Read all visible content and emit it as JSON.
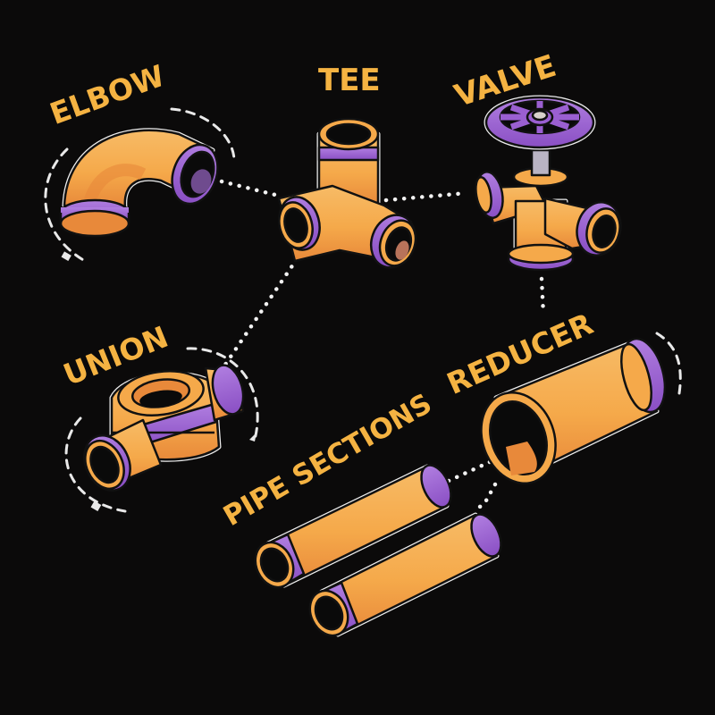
{
  "diagram": {
    "title": "",
    "background": "#0b0a0a",
    "colors": {
      "pipe_orange": "#f5a94a",
      "pipe_orange_shade": "#e8893a",
      "pipe_orange_light": "#f7bb66",
      "ring_purple": "#9a5fd1",
      "ring_purple_light": "#b07ee0",
      "label_yellow": "#f5b342",
      "outline": "#111111",
      "connector_white": "#f2f2f2",
      "stem_gray": "#b9b4c4"
    },
    "labels": {
      "elbow": "ELBOW",
      "tee": "TEE",
      "valve": "VALVE",
      "union": "UNION",
      "reducer": "REDUCER",
      "pipe_sections": "PIPE SECTIONS"
    },
    "nodes": [
      {
        "id": "elbow",
        "label": "ELBOW",
        "shape": "90-degree elbow fitting"
      },
      {
        "id": "tee",
        "label": "TEE",
        "shape": "tee fitting with three openings"
      },
      {
        "id": "valve",
        "label": "VALVE",
        "shape": "gate valve with purple handwheel"
      },
      {
        "id": "union",
        "label": "UNION",
        "shape": "union coupling"
      },
      {
        "id": "reducer",
        "label": "REDUCER",
        "shape": "conical reducer"
      },
      {
        "id": "pipe_section_1",
        "label": "PIPE SECTIONS",
        "shape": "straight pipe"
      },
      {
        "id": "pipe_section_2",
        "label": "PIPE SECTIONS",
        "shape": "straight pipe"
      }
    ],
    "connections": [
      {
        "from": "elbow",
        "to": "tee",
        "style": "dotted"
      },
      {
        "from": "tee",
        "to": "valve",
        "style": "dotted"
      },
      {
        "from": "tee",
        "to": "union",
        "style": "dotted"
      },
      {
        "from": "valve",
        "to": "reducer",
        "style": "dotted"
      },
      {
        "from": "reducer",
        "to": "pipe_section_1",
        "style": "dotted"
      },
      {
        "from": "reducer",
        "to": "pipe_section_2",
        "style": "dotted"
      }
    ]
  }
}
